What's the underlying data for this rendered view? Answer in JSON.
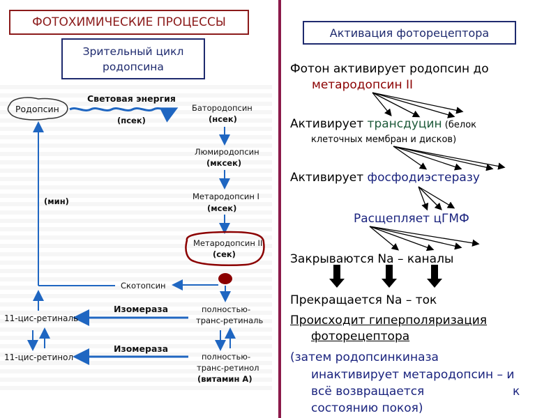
{
  "title": "ФОТОХИМИЧЕСКИЕ ПРОЦЕССЫ",
  "subtitle": "Зрительный цикл\nродопсина",
  "activation_title": "Активация фоторецептора",
  "steps": {
    "s1a": "Фотон активирует родопсин до",
    "s1b": "метародопсин II",
    "s2a": "Активирует ",
    "s2b": "трансдуцин",
    "s2c": " (белок",
    "s2d": "клеточных мембран и дисков)",
    "s3a": "Активирует ",
    "s3b": "фосфодиэстеразу",
    "s4": "Расщепляет цГМФ",
    "s5": "Закрываются Na – каналы",
    "s6": "Прекращается Na – ток",
    "s7a": "Происходит гиперполяризация",
    "s7b": "фоторецептора",
    "s8a": "(затем родопсинкиназа",
    "s8b": "инактивирует метародопсин – и",
    "s8c": "всё возвращается",
    "s8d": "к",
    "s8e": "состоянию покоя)"
  },
  "cycle": {
    "rhodopsin": "Родопсин",
    "light_energy": "Световая энергия",
    "psec": "(псек)",
    "batho": "Батородопсин",
    "nsec": "(нсек)",
    "lumi": "Люмиродопсин",
    "mksec": "(мксек)",
    "meta1": "Метародопсин I",
    "msec": "(мсек)",
    "meta2": "Метародопсин II",
    "sec": "(сек)",
    "min": "(мин)",
    "scoto": "Скотопсин",
    "isomerase1": "Изомераза",
    "isomerase2": "Изомераза",
    "cis_retinal": "11-цис-ретиналь",
    "cis_retinol": "11-цис-ретинол",
    "trans_retinal_1": "полностью-",
    "trans_retinal_2": "транс-ретиналь",
    "trans_retinol_1": "полностью-",
    "trans_retinol_2": "транс-ретинол",
    "vitamin_a": "(витамин А)"
  },
  "colors": {
    "arrow_blue": "#1f66c1",
    "dark_red": "#8b0000",
    "navy": "#1a237e",
    "divider": "#8b1a4a"
  }
}
